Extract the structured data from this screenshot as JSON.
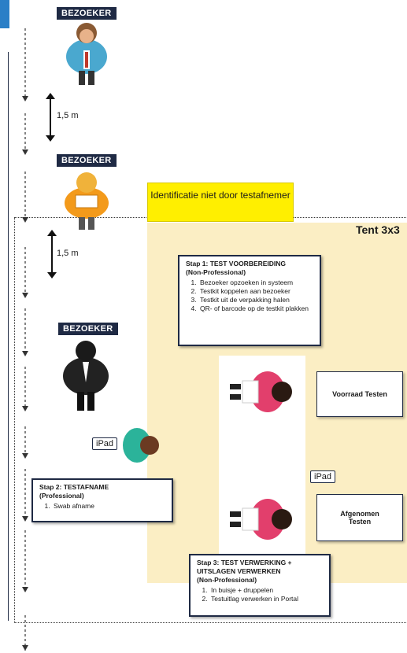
{
  "badges": [
    "BEZOEKER",
    "BEZOEKER",
    "BEZOEKER"
  ],
  "distances": [
    "1,5 m",
    "1,5 m"
  ],
  "identification_note": "Identificatie niet door testafnemer",
  "tent_label": "Tent 3x3",
  "step1": {
    "title": "Stap 1: TEST VOORBEREIDING",
    "subtitle": "(Non-Professional)",
    "items": [
      "Bezoeker opzoeken in systeem",
      "Testkit koppelen aan bezoeker",
      "Testkit uit de verpakking halen",
      "QR- of barcode op de testkit plakken"
    ]
  },
  "step2": {
    "title": "Stap 2: TESTAFNAME",
    "subtitle": "(Professional)",
    "items": [
      "Swab afname"
    ]
  },
  "step3": {
    "title": "Stap 3: TEST VERWERKING + UITSLAGEN VERWERKEN",
    "subtitle": "(Non-Professional)",
    "items": [
      "In buisje + druppelen",
      "Testuitlag verwerken in Portal"
    ]
  },
  "cards": {
    "stock": "Voorraad Testen",
    "taken": "Afgenomen Testen"
  },
  "ipad_labels": [
    "iPad",
    "iPad"
  ],
  "colors": {
    "badge": "#1f2a44",
    "note": "#ffef00",
    "tent_fill": "#fbeec4",
    "accent": "#2a7fc7"
  }
}
